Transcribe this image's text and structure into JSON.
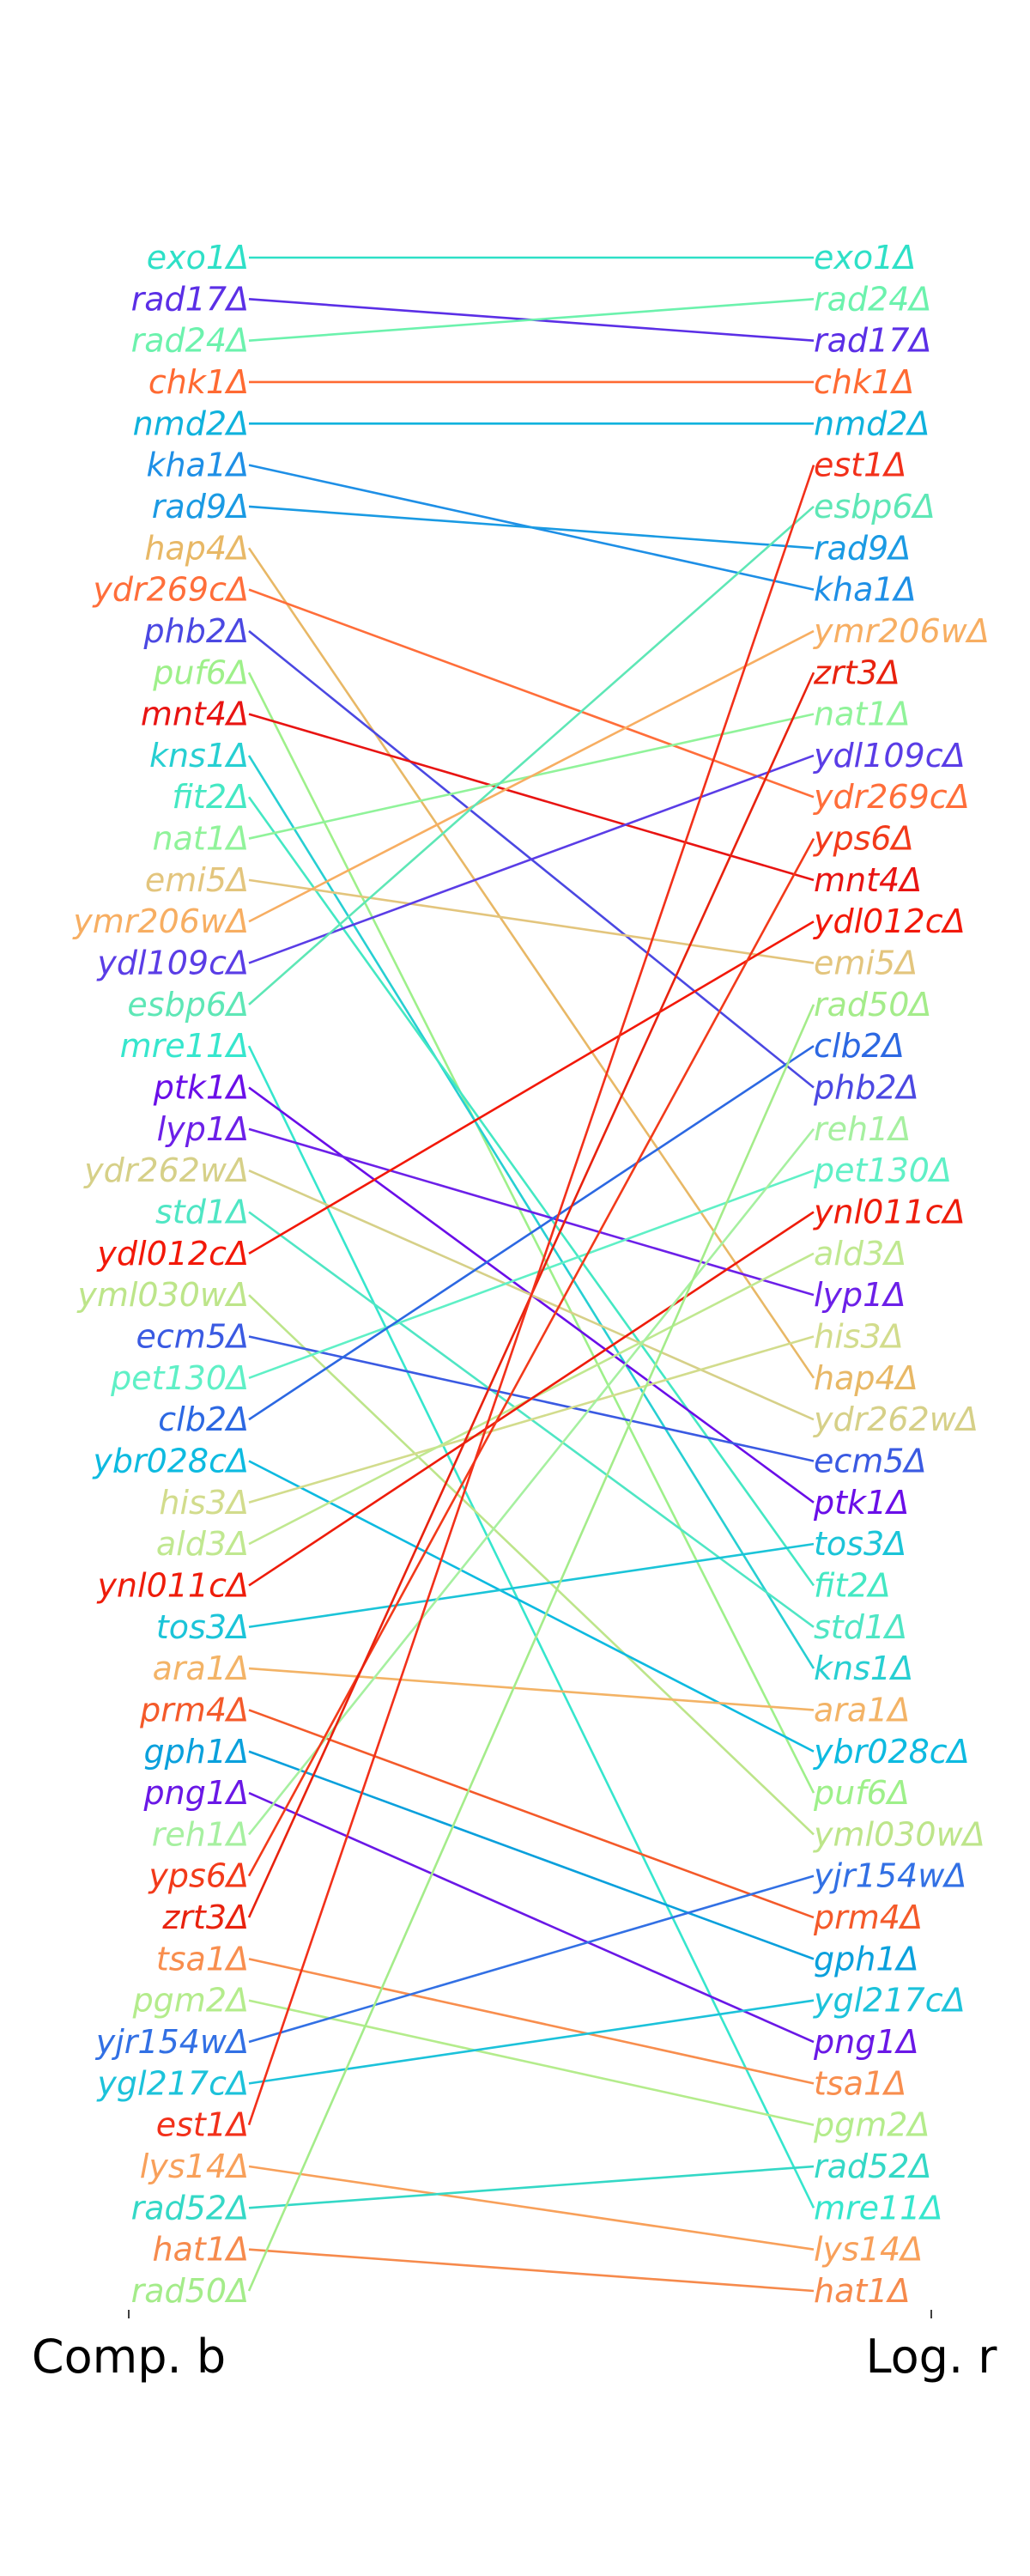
{
  "chart_data": {
    "type": "slope",
    "left_axis_label": "Comp. b",
    "right_axis_label": "Log. r",
    "items": [
      {
        "name": "exo1Δ",
        "left_rank": 1,
        "right_rank": 1,
        "color": "#2ee0c7"
      },
      {
        "name": "rad17Δ",
        "left_rank": 2,
        "right_rank": 3,
        "color": "#5b2fe6"
      },
      {
        "name": "rad24Δ",
        "left_rank": 3,
        "right_rank": 2,
        "color": "#6cf2ad"
      },
      {
        "name": "chk1Δ",
        "left_rank": 4,
        "right_rank": 4,
        "color": "#ff6a32"
      },
      {
        "name": "nmd2Δ",
        "left_rank": 5,
        "right_rank": 5,
        "color": "#0fb2dd"
      },
      {
        "name": "kha1Δ",
        "left_rank": 6,
        "right_rank": 9,
        "color": "#1e8fe6"
      },
      {
        "name": "rad9Δ",
        "left_rank": 7,
        "right_rank": 8,
        "color": "#1a9ae3"
      },
      {
        "name": "hap4Δ",
        "left_rank": 8,
        "right_rank": 28,
        "color": "#e8b866"
      },
      {
        "name": "ydr269cΔ",
        "left_rank": 9,
        "right_rank": 14,
        "color": "#ff6e3a"
      },
      {
        "name": "phb2Δ",
        "left_rank": 10,
        "right_rank": 21,
        "color": "#4b48e2"
      },
      {
        "name": "puf6Δ",
        "left_rank": 11,
        "right_rank": 38,
        "color": "#9ef08a"
      },
      {
        "name": "mnt4Δ",
        "left_rank": 12,
        "right_rank": 16,
        "color": "#e81412"
      },
      {
        "name": "kns1Δ",
        "left_rank": 13,
        "right_rank": 35,
        "color": "#27cfd2"
      },
      {
        "name": "fit2Δ",
        "left_rank": 14,
        "right_rank": 33,
        "color": "#44e8c3"
      },
      {
        "name": "nat1Δ",
        "left_rank": 15,
        "right_rank": 12,
        "color": "#90f39a"
      },
      {
        "name": "emi5Δ",
        "left_rank": 16,
        "right_rank": 18,
        "color": "#e3c57d"
      },
      {
        "name": "ymr206wΔ",
        "left_rank": 17,
        "right_rank": 10,
        "color": "#f7ae62"
      },
      {
        "name": "ydl109cΔ",
        "left_rank": 18,
        "right_rank": 13,
        "color": "#5a3de6"
      },
      {
        "name": "esbp6Δ",
        "left_rank": 19,
        "right_rank": 7,
        "color": "#5ee7b6"
      },
      {
        "name": "mre11Δ",
        "left_rank": 20,
        "right_rank": 48,
        "color": "#36e6cd"
      },
      {
        "name": "ptk1Δ",
        "left_rank": 21,
        "right_rank": 31,
        "color": "#6a0ee8"
      },
      {
        "name": "lyp1Δ",
        "left_rank": 22,
        "right_rank": 26,
        "color": "#6c20e8"
      },
      {
        "name": "ydr262wΔ",
        "left_rank": 23,
        "right_rank": 29,
        "color": "#d6d088"
      },
      {
        "name": "std1Δ",
        "left_rank": 24,
        "right_rank": 34,
        "color": "#4fe6c4"
      },
      {
        "name": "ydl012cΔ",
        "left_rank": 25,
        "right_rank": 17,
        "color": "#f21808"
      },
      {
        "name": "yml030wΔ",
        "left_rank": 26,
        "right_rank": 39,
        "color": "#bde58a"
      },
      {
        "name": "ecm5Δ",
        "left_rank": 27,
        "right_rank": 30,
        "color": "#3a5ae2"
      },
      {
        "name": "pet130Δ",
        "left_rank": 28,
        "right_rank": 23,
        "color": "#5ff0c6"
      },
      {
        "name": "clb2Δ",
        "left_rank": 29,
        "right_rank": 20,
        "color": "#2c68e2"
      },
      {
        "name": "ybr028cΔ",
        "left_rank": 30,
        "right_rank": 37,
        "color": "#0dbae0"
      },
      {
        "name": "his3Δ",
        "left_rank": 31,
        "right_rank": 27,
        "color": "#d2dc8c"
      },
      {
        "name": "ald3Δ",
        "left_rank": 32,
        "right_rank": 25,
        "color": "#c0e890"
      },
      {
        "name": "ynl011cΔ",
        "left_rank": 33,
        "right_rank": 24,
        "color": "#ee1c0a"
      },
      {
        "name": "tos3Δ",
        "left_rank": 34,
        "right_rank": 32,
        "color": "#1bc4d8"
      },
      {
        "name": "ara1Δ",
        "left_rank": 35,
        "right_rank": 36,
        "color": "#f3b366"
      },
      {
        "name": "prm4Δ",
        "left_rank": 36,
        "right_rank": 41,
        "color": "#f45a2a"
      },
      {
        "name": "gph1Δ",
        "left_rank": 37,
        "right_rank": 42,
        "color": "#0aa0dc"
      },
      {
        "name": "png1Δ",
        "left_rank": 38,
        "right_rank": 44,
        "color": "#6a18e6"
      },
      {
        "name": "reh1Δ",
        "left_rank": 39,
        "right_rank": 22,
        "color": "#a6f0a0"
      },
      {
        "name": "yps6Δ",
        "left_rank": 40,
        "right_rank": 15,
        "color": "#f23a1a"
      },
      {
        "name": "zrt3Δ",
        "left_rank": 41,
        "right_rank": 11,
        "color": "#e8220e"
      },
      {
        "name": "tsa1Δ",
        "left_rank": 42,
        "right_rank": 45,
        "color": "#f88e4e"
      },
      {
        "name": "pgm2Δ",
        "left_rank": 43,
        "right_rank": 46,
        "color": "#b4ec8c"
      },
      {
        "name": "yjr154wΔ",
        "left_rank": 44,
        "right_rank": 40,
        "color": "#3270e4"
      },
      {
        "name": "ygl217cΔ",
        "left_rank": 45,
        "right_rank": 43,
        "color": "#1cc2da"
      },
      {
        "name": "est1Δ",
        "left_rank": 46,
        "right_rank": 6,
        "color": "#f2301a"
      },
      {
        "name": "lys14Δ",
        "left_rank": 47,
        "right_rank": 49,
        "color": "#f8a05a"
      },
      {
        "name": "rad52Δ",
        "left_rank": 48,
        "right_rank": 47,
        "color": "#34d8c6"
      },
      {
        "name": "hat1Δ",
        "left_rank": 49,
        "right_rank": 50,
        "color": "#f68a4c"
      },
      {
        "name": "rad50Δ",
        "left_rank": 50,
        "right_rank": 19,
        "color": "#a4ec8a"
      }
    ]
  }
}
